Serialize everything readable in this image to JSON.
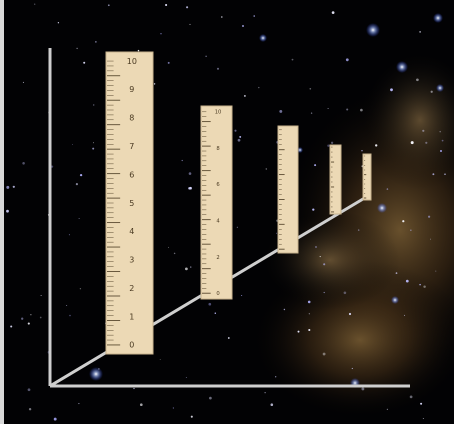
{
  "scene": {
    "background": "starfield-with-nebula",
    "axis_color": "#cfcfcf",
    "ruler_color": "#ecd9b5",
    "ruler_edge_color": "#c9b48e",
    "tick_color": "#5a4a30"
  },
  "rulers": [
    {
      "label_count": 11,
      "labels": [
        "0",
        "1",
        "2",
        "3",
        "4",
        "5",
        "6",
        "7",
        "8",
        "9",
        "10"
      ]
    },
    {
      "label_count": 6,
      "labels": [
        "0",
        "2",
        "4",
        "6",
        "8",
        "10"
      ]
    },
    {
      "label_count": 0,
      "labels": []
    },
    {
      "label_count": 0,
      "labels": []
    },
    {
      "label_count": 0,
      "labels": []
    }
  ]
}
